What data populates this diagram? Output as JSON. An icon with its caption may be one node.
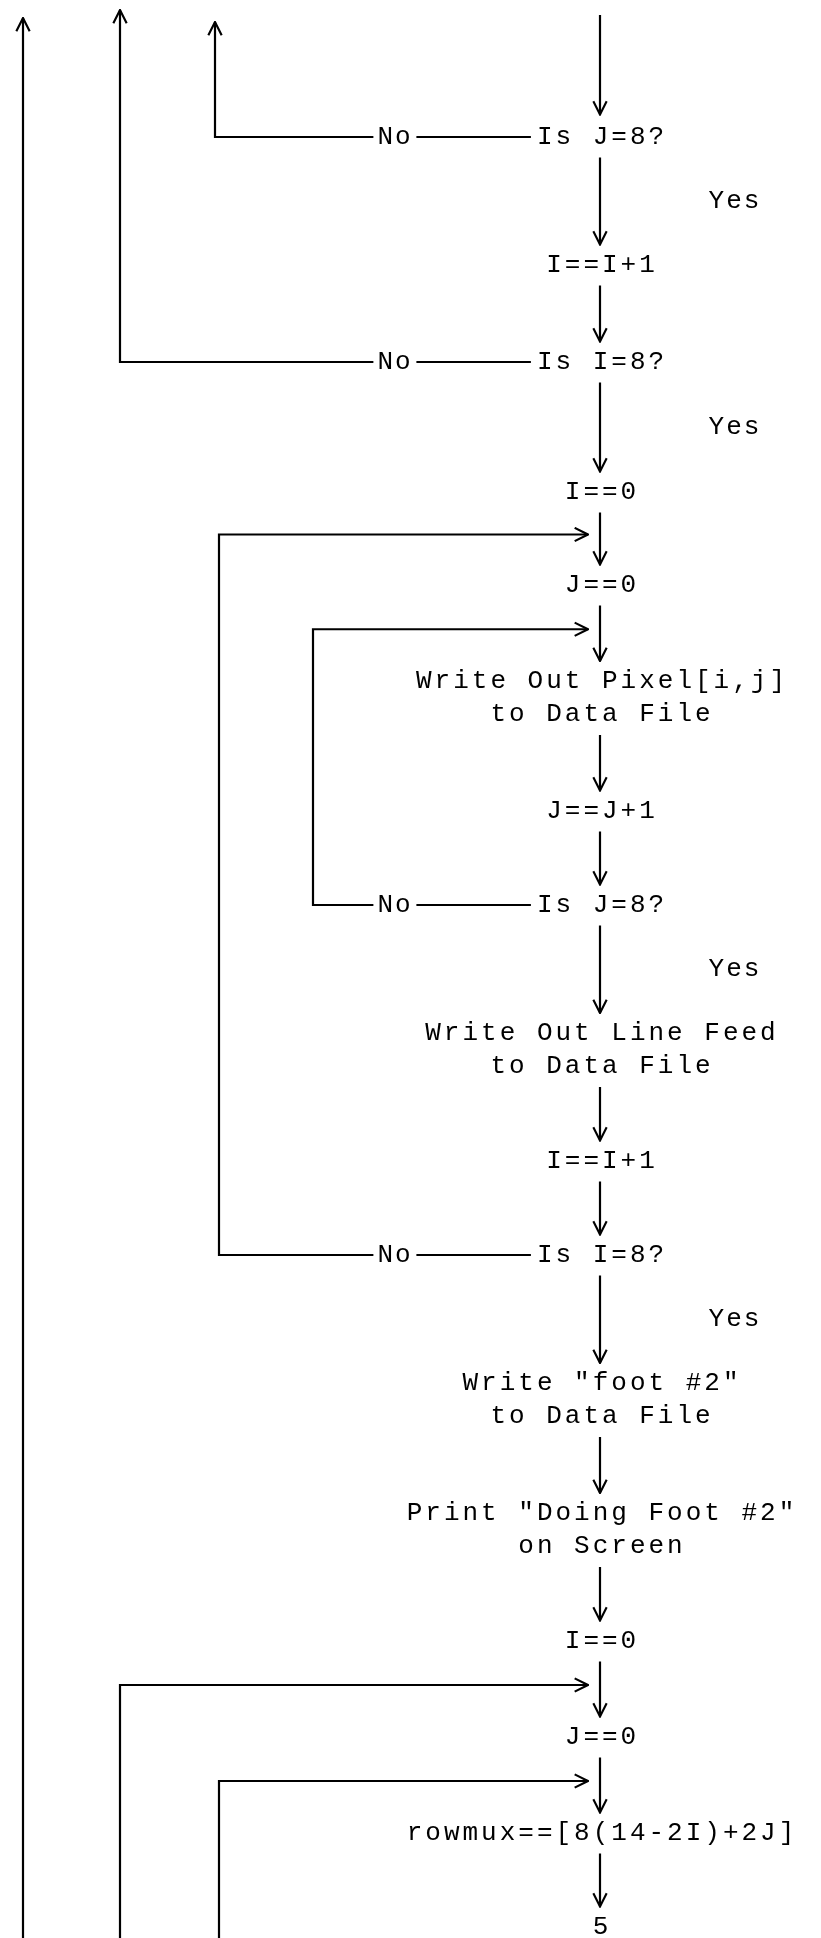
{
  "diagram": {
    "nodes": [
      {
        "text": [
          "Is J=8?"
        ]
      },
      {
        "text": [
          "I==I+1"
        ]
      },
      {
        "text": [
          "Is I=8?"
        ]
      },
      {
        "text": [
          "I==0"
        ]
      },
      {
        "text": [
          "J==0"
        ]
      },
      {
        "text": [
          "Write Out Pixel[i,j] to Data File"
        ]
      },
      {
        "text": [
          "J==J+1"
        ]
      },
      {
        "text": [
          "Is J=8?"
        ]
      },
      {
        "text": [
          "Write Out Line Feed to Data File"
        ]
      },
      {
        "text": [
          "I==I+1"
        ]
      },
      {
        "text": [
          "Is I=8?"
        ]
      },
      {
        "text": [
          "Write \"foot #2\" to Data File"
        ]
      },
      {
        "text": [
          "Print \"Doing Foot #2\" on Screen"
        ]
      },
      {
        "text": [
          "I==0"
        ]
      },
      {
        "text": [
          "J==0"
        ]
      },
      {
        "text": [
          "rowmux==[8(14-2I)+2J]"
        ]
      },
      {
        "text": [
          "5"
        ]
      }
    ],
    "edges": [
      {
        "from": null,
        "to": 0,
        "arrow": "to"
      },
      {
        "from": 0,
        "to": 1,
        "arrow": "to",
        "label": "Yes"
      },
      {
        "from": 1,
        "to": 2,
        "arrow": "to"
      },
      {
        "from": 2,
        "to": 3,
        "arrow": "to",
        "label": "Yes"
      },
      {
        "from": 3,
        "to": 4,
        "arrow": "to"
      },
      {
        "from": 4,
        "to": 5,
        "arrow": "to"
      },
      {
        "from": 5,
        "to": 6,
        "arrow": "to"
      },
      {
        "from": 6,
        "to": 7,
        "arrow": "to"
      },
      {
        "from": 7,
        "to": 8,
        "arrow": "to",
        "label": "Yes"
      },
      {
        "from": 8,
        "to": 9,
        "arrow": "to"
      },
      {
        "from": 9,
        "to": 10,
        "arrow": "to"
      },
      {
        "from": 10,
        "to": 11,
        "arrow": "to",
        "label": "Yes"
      },
      {
        "from": 11,
        "to": 12,
        "arrow": "to"
      },
      {
        "from": 12,
        "to": 13,
        "arrow": "to"
      },
      {
        "from": 13,
        "to": 14,
        "arrow": "to"
      },
      {
        "from": 14,
        "to": 15,
        "arrow": "to"
      },
      {
        "from": 15,
        "to": 16,
        "arrow": "to"
      },
      {
        "from": 0,
        "to": null,
        "arrow": "to",
        "label": "No"
      },
      {
        "from": 2,
        "to": null,
        "arrow": "to",
        "label": "No"
      },
      {
        "from": 7,
        "to": 5,
        "arrow": "to",
        "label": "No"
      },
      {
        "from": 10,
        "to": 4,
        "arrow": "to",
        "label": "No"
      },
      {
        "from": null,
        "to": 14,
        "arrow": "to"
      },
      {
        "from": null,
        "to": 15,
        "arrow": "to"
      }
    ]
  }
}
